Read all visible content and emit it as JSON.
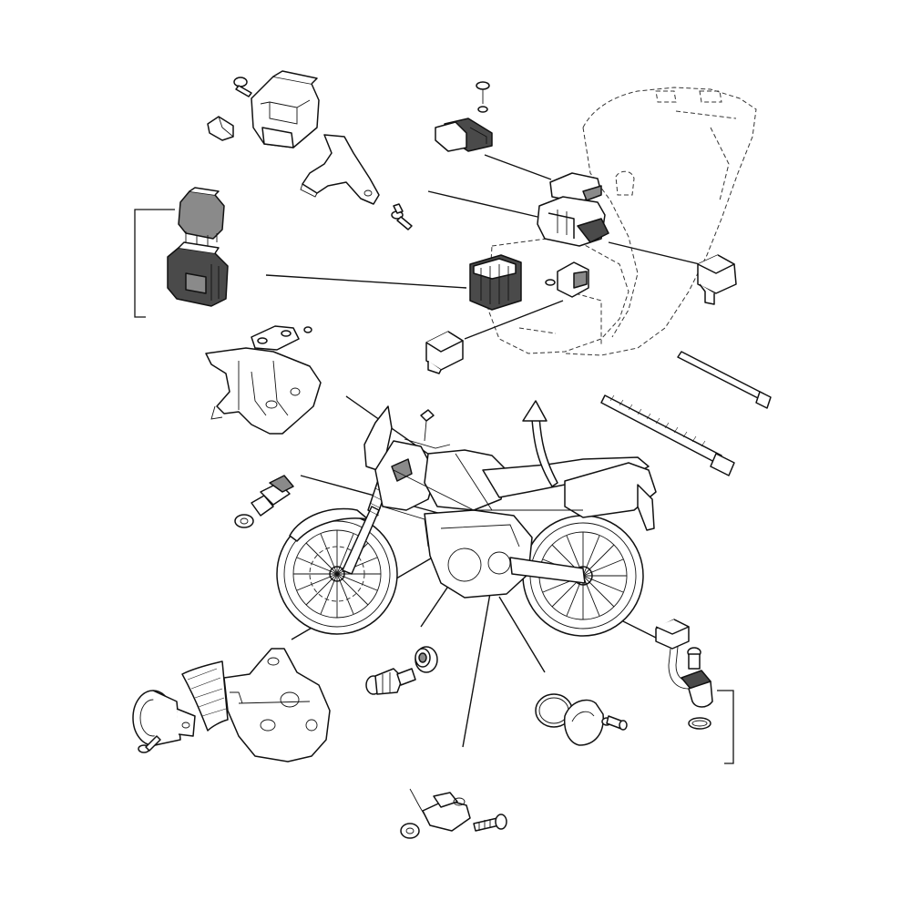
{
  "diagram": {
    "background": "#ffffff",
    "line_color": "#111111",
    "shade_light": "#8a8a8a",
    "shade_dark": "#4a4a4a",
    "parts": [
      {
        "name": "relay-assembly-top"
      },
      {
        "name": "relay-mounting-bracket"
      },
      {
        "name": "connector-top-center"
      },
      {
        "name": "frame-rear-tank-outline"
      },
      {
        "name": "fuse-box-cluster"
      },
      {
        "name": "relay-pair"
      },
      {
        "name": "connector-right"
      },
      {
        "name": "connector-left"
      },
      {
        "name": "headlight-stay-bracket"
      },
      {
        "name": "cable-tie-short"
      },
      {
        "name": "cable-tie-long"
      },
      {
        "name": "temperature-sensor"
      },
      {
        "name": "motorcycle"
      },
      {
        "name": "horn-assembly"
      },
      {
        "name": "neutral-switch-grommet"
      },
      {
        "name": "speed-sensor"
      },
      {
        "name": "sidestand-switch"
      },
      {
        "name": "pickup-sensor"
      }
    ]
  }
}
